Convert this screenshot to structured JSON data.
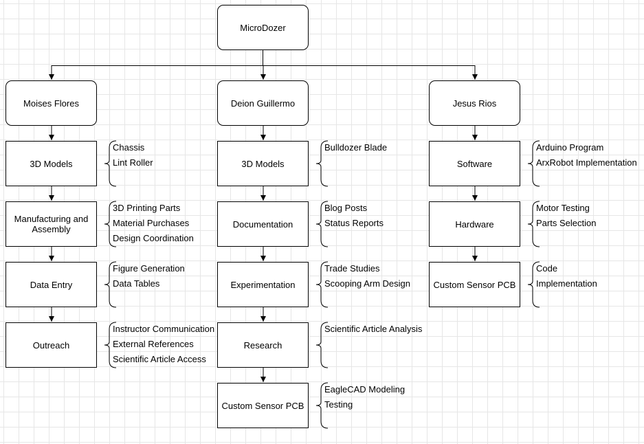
{
  "root": "MicroDozer",
  "columns": [
    {
      "member": "Moises Flores",
      "tasks": [
        {
          "label": "3D Models",
          "notes": [
            "Chassis",
            "Lint Roller"
          ]
        },
        {
          "label": "Manufacturing and Assembly",
          "notes": [
            "3D Printing Parts",
            "Material Purchases",
            "Design Coordination"
          ]
        },
        {
          "label": "Data Entry",
          "notes": [
            "Figure Generation",
            "Data Tables"
          ]
        },
        {
          "label": "Outreach",
          "notes": [
            "Instructor Communication",
            "External References",
            "Scientific Article Access"
          ]
        }
      ]
    },
    {
      "member": "Deion Guillermo",
      "tasks": [
        {
          "label": "3D Models",
          "notes": [
            "Bulldozer Blade"
          ]
        },
        {
          "label": "Documentation",
          "notes": [
            "Blog Posts",
            "Status Reports"
          ]
        },
        {
          "label": "Experimentation",
          "notes": [
            "Trade Studies",
            "Scooping Arm Design"
          ]
        },
        {
          "label": "Research",
          "notes": [
            "Scientific Article Analysis"
          ]
        },
        {
          "label": "Custom Sensor PCB",
          "notes": [
            "EagleCAD Modeling",
            "Testing"
          ]
        }
      ]
    },
    {
      "member": "Jesus Rios",
      "tasks": [
        {
          "label": "Software",
          "notes": [
            "Arduino Program",
            "ArxRobot Implementation"
          ]
        },
        {
          "label": "Hardware",
          "notes": [
            "Motor Testing",
            "Parts Selection"
          ]
        },
        {
          "label": "Custom Sensor PCB",
          "notes": [
            "Code",
            "Implementation"
          ]
        }
      ]
    }
  ]
}
